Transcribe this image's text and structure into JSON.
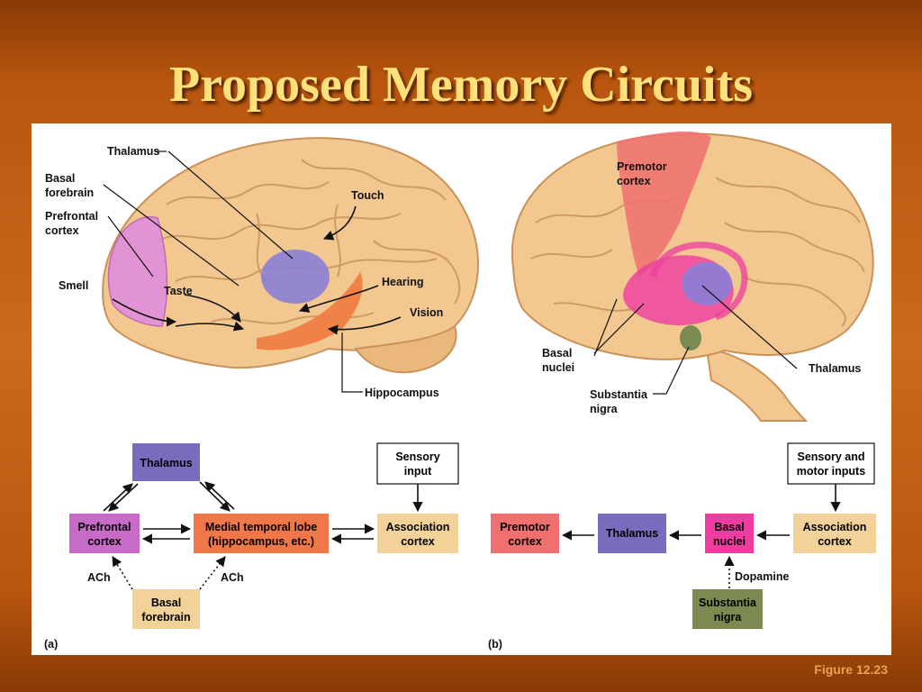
{
  "slide": {
    "title": "Proposed Memory Circuits",
    "figure_caption": "Figure 12.23"
  },
  "panel_a": {
    "brain_labels": {
      "thalamus": "Thalamus",
      "basal_forebrain_1": "Basal",
      "basal_forebrain_2": "forebrain",
      "prefrontal_1": "Prefrontal",
      "prefrontal_2": "cortex",
      "smell": "Smell",
      "taste": "Taste",
      "touch": "Touch",
      "hearing": "Hearing",
      "vision": "Vision",
      "hippocampus": "Hippocampus"
    },
    "flow": {
      "thalamus": "Thalamus",
      "prefrontal_1": "Prefrontal",
      "prefrontal_2": "cortex",
      "medial_1": "Medial temporal lobe",
      "medial_2": "(hippocampus, etc.)",
      "assoc_1": "Association",
      "assoc_2": "cortex",
      "sensory_1": "Sensory",
      "sensory_2": "input",
      "basal_1": "Basal",
      "basal_2": "forebrain",
      "ach_left": "ACh",
      "ach_right": "ACh"
    },
    "panel_label": "(a)"
  },
  "panel_b": {
    "brain_labels": {
      "premotor_1": "Premotor",
      "premotor_2": "cortex",
      "basal_nuclei_1": "Basal",
      "basal_nuclei_2": "nuclei",
      "thalamus": "Thalamus",
      "substantia_1": "Substantia",
      "substantia_2": "nigra"
    },
    "flow": {
      "premotor_1": "Premotor",
      "premotor_2": "cortex",
      "thalamus": "Thalamus",
      "basal_1": "Basal",
      "basal_2": "nuclei",
      "assoc_1": "Association",
      "assoc_2": "cortex",
      "sensory_1": "Sensory and",
      "sensory_2": "motor inputs",
      "substantia_1": "Substantia",
      "substantia_2": "nigra",
      "dopamine": "Dopamine"
    },
    "panel_label": "(b)"
  },
  "colors": {
    "thalamus": "#7b6bbf",
    "prefrontal": "#c86ac8",
    "medial_temporal": "#f07848",
    "association": "#f2d298",
    "premotor": "#f07070",
    "basal_nuclei": "#ee3ca0",
    "substantia_nigra": "#7a8a50",
    "brain": "#f2c890"
  }
}
